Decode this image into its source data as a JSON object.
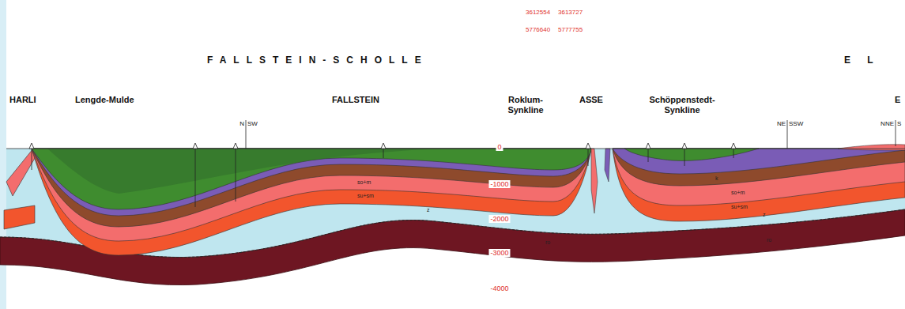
{
  "diagram": {
    "labels": [
      "3612554",
      "3613727",
      "5776640",
      "5777755",
      "FALLSTEIN-SCHOLLE",
      "E L",
      "HARLI",
      "Lengde-Mulde",
      "FALLSTEIN",
      "Roklum- Synkline",
      "ASSE",
      "Schöppenstedt- Synkline",
      "E",
      "N",
      "SW",
      "NE",
      "SSW",
      "NNE",
      "S",
      "0",
      "-1000",
      "-2000",
      "-3000",
      "-4000",
      "so+m",
      "su+sm",
      "z",
      "ro",
      "so+m",
      "k",
      "su+sm",
      "z",
      "ro"
    ]
  }
}
